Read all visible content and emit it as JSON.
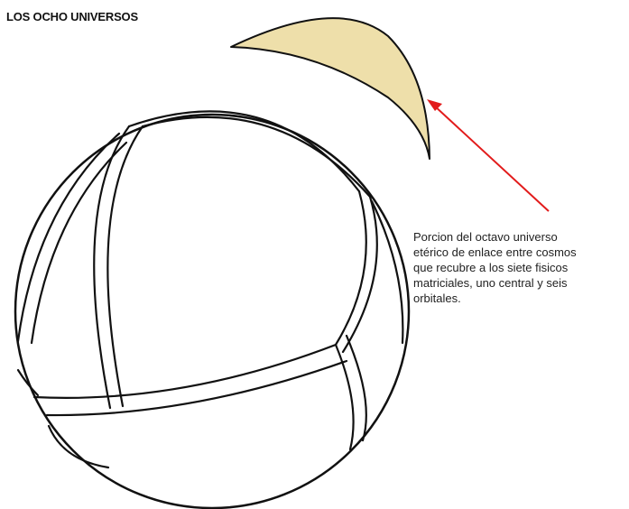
{
  "title": "LOS OCHO UNIVERSOS",
  "annotation": {
    "lines": [
      "Porcion del octavo universo",
      "etérico de enlace entre cosmos",
      "que recubre a los siete fisicos",
      "matriciales, uno central y seis",
      "orbitales."
    ]
  },
  "colors": {
    "crescent_fill": "#eedfaa",
    "arrow": "#e21b1b",
    "outline": "#111111"
  }
}
